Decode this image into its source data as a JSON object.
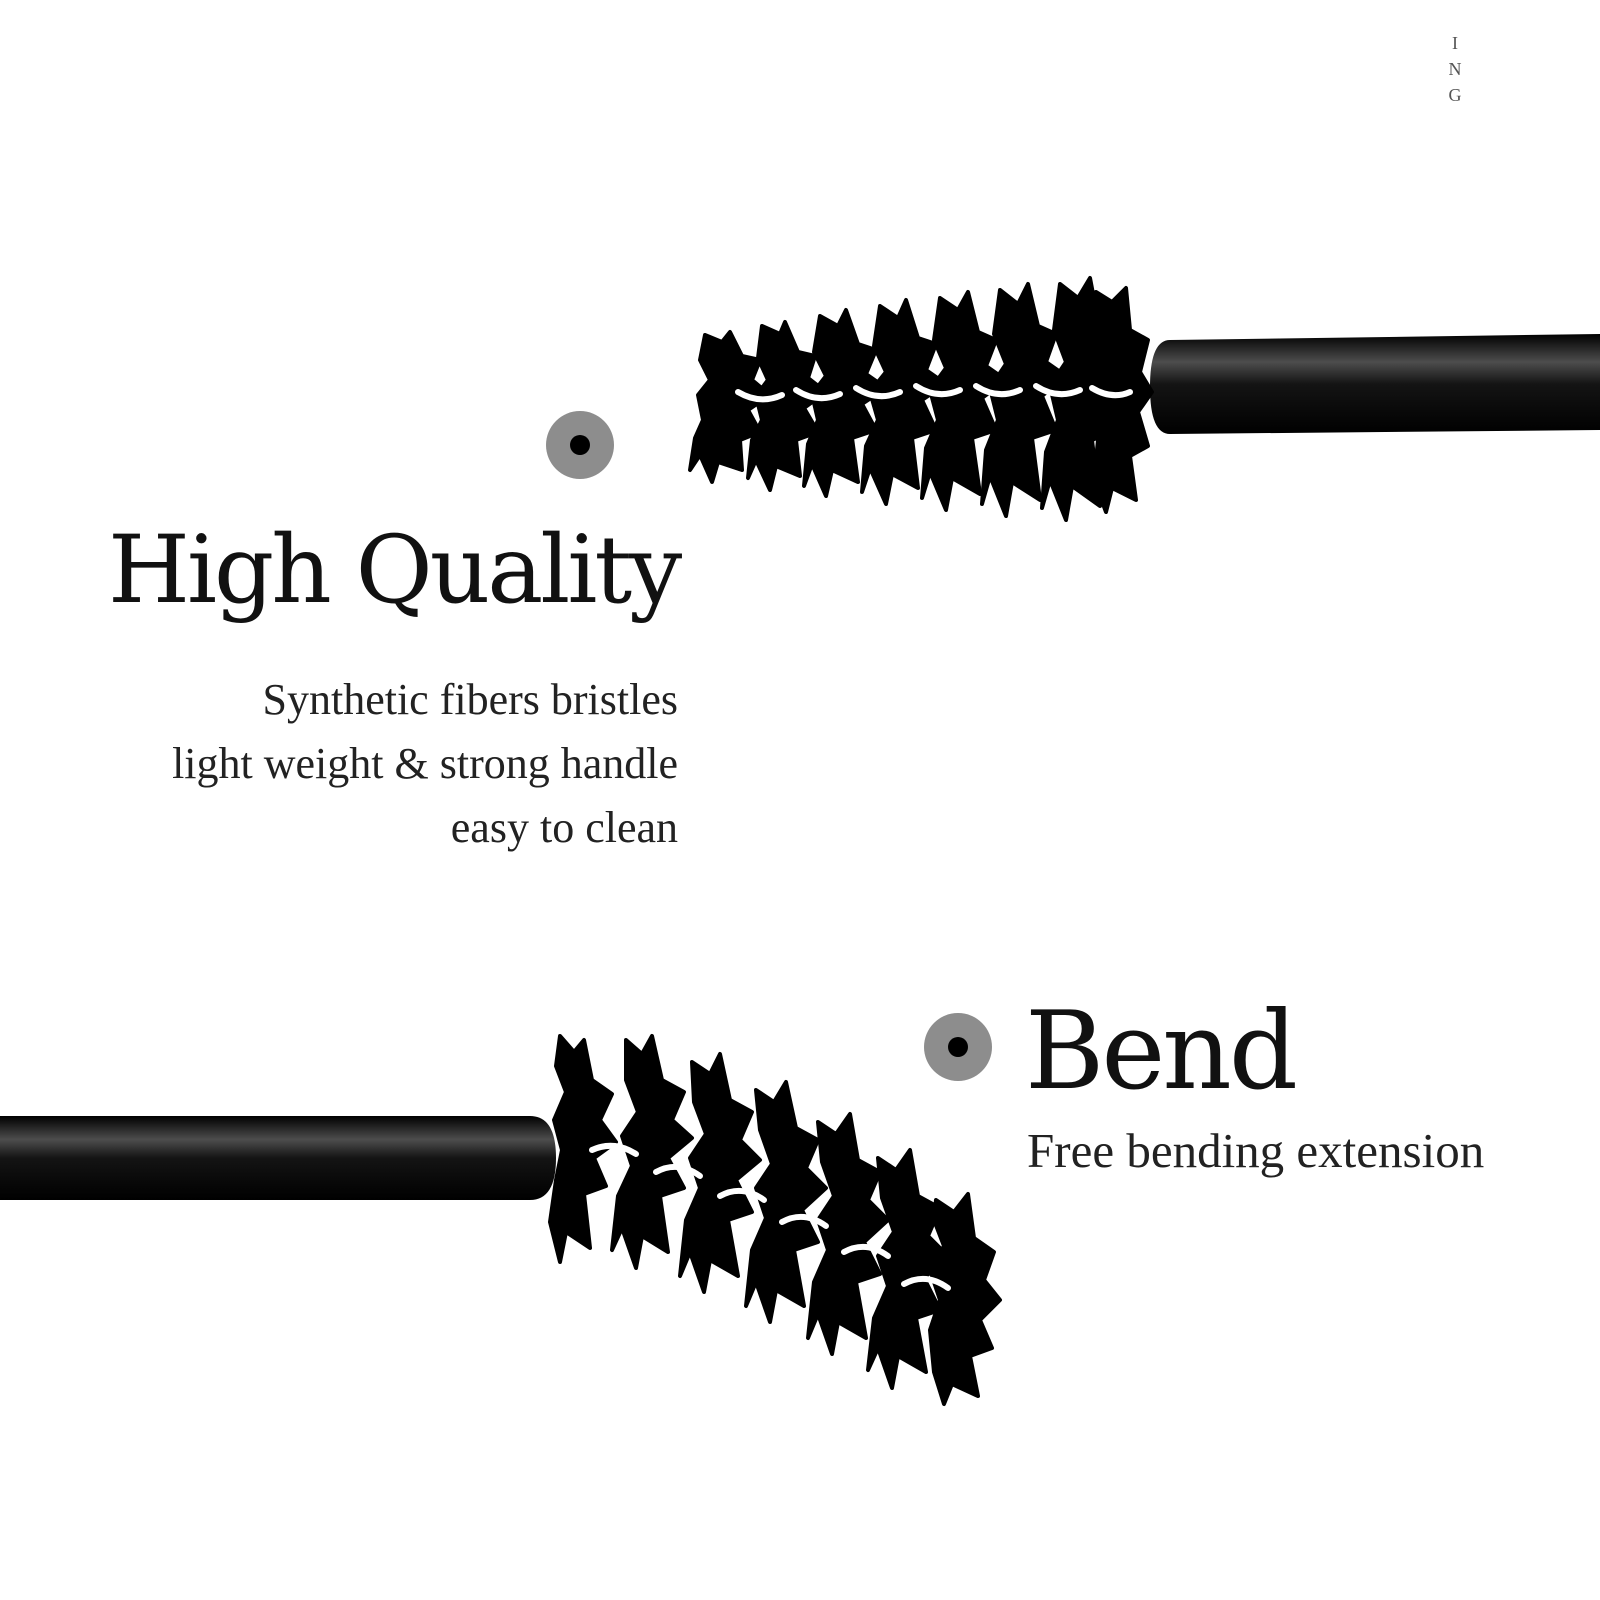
{
  "edge_text": [
    "I",
    "N",
    "G"
  ],
  "features": {
    "quality": {
      "title": "High Quality",
      "lines": [
        "Synthetic fibers bristles",
        "light weight & strong handle",
        "easy to clean"
      ]
    },
    "bend": {
      "title": "Bend",
      "subtitle": "Free bending extension"
    }
  },
  "colors": {
    "background": "#ffffff",
    "text": "#111111",
    "bullet_ring": "#8d8d8d",
    "bullet_dot": "#000000",
    "brush": "#000000"
  },
  "icons": [
    "bullet-dot-icon",
    "mascara-spoolie-brush-icon"
  ]
}
